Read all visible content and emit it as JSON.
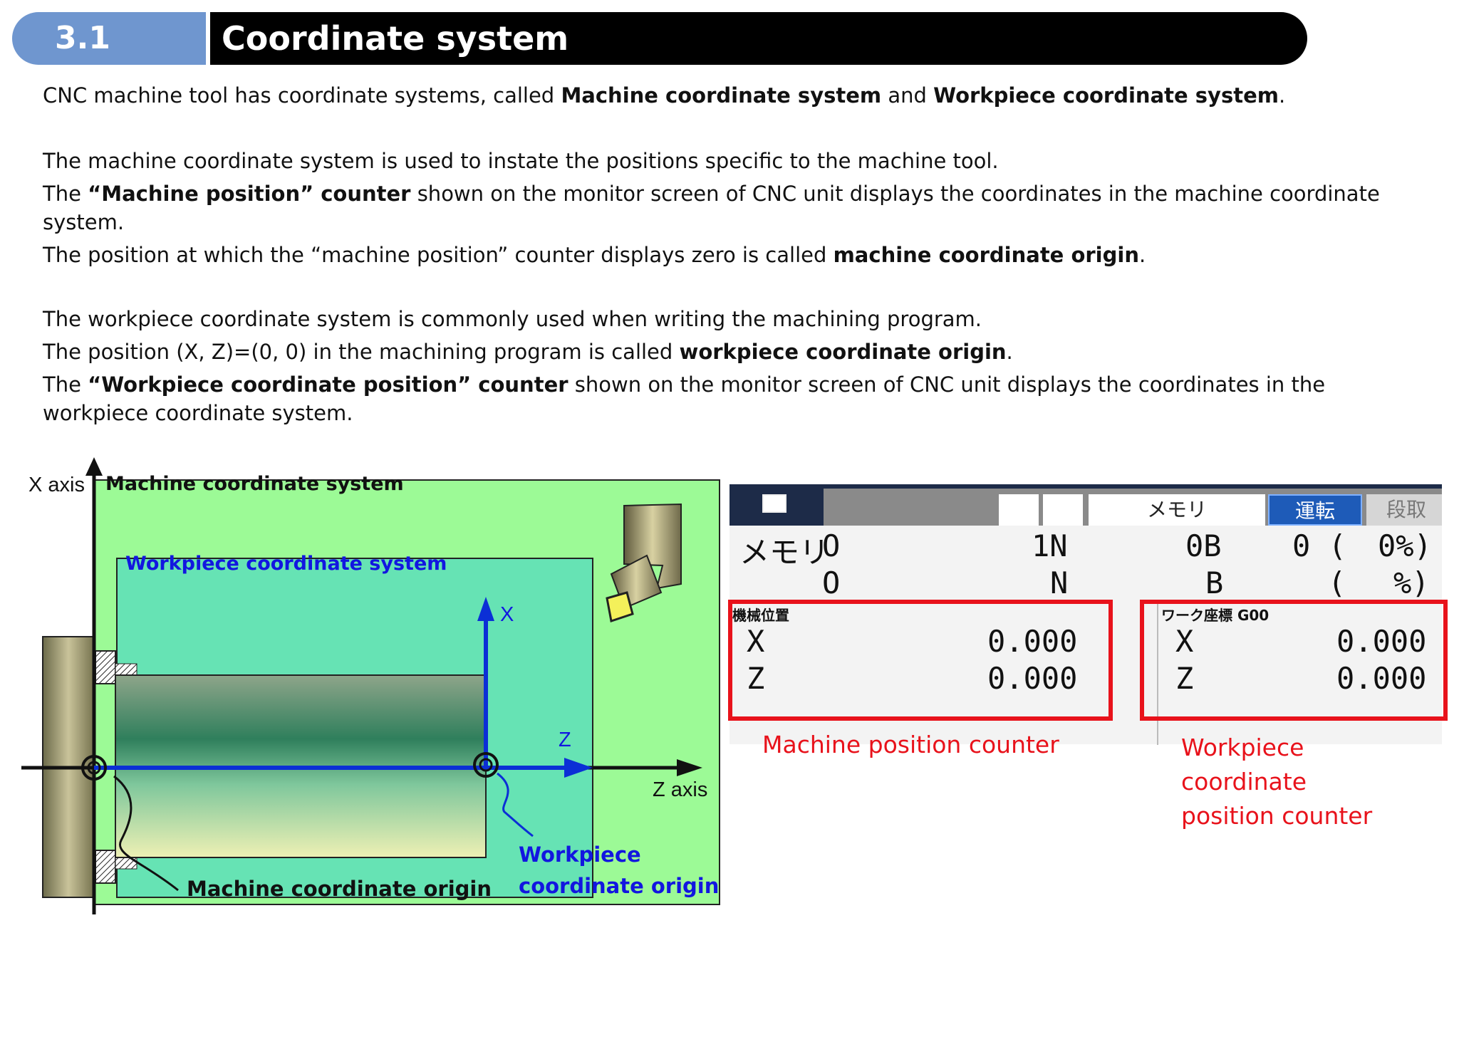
{
  "header": {
    "section_number": "3.1",
    "title": "Coordinate system"
  },
  "intro": {
    "line1_a": "CNC machine tool has coordinate systems, called ",
    "line1_b": "Machine coordinate system",
    "line1_c": " and ",
    "line1_d": "Workpiece coordinate system",
    "line1_e": "."
  },
  "machine_para": {
    "line1": "The machine coordinate system is used to instate the positions specific to the machine tool.",
    "line2_a": "The ",
    "line2_b": "“Machine position” counter",
    "line2_c": " shown on the monitor screen of CNC unit displays the coordinates in the machine coordinate",
    "line2_d": "system.",
    "line3_a": "The position at which the “machine position” counter displays zero is called ",
    "line3_b": "machine coordinate origin",
    "line3_c": "."
  },
  "workpiece_para": {
    "line1": "The workpiece coordinate system is commonly used when writing the machining program.",
    "line2_a": "The position (X, Z)=(0, 0) in the machining program is called ",
    "line2_b": "workpiece coordinate origin",
    "line2_c": ".",
    "line3_a": "The ",
    "line3_b": "“Workpiece coordinate position” counter",
    "line3_c": " shown on the monitor screen of CNC unit displays the coordinates in the",
    "line3_d": "workpiece coordinate system."
  },
  "diagram": {
    "x_axis_label": "X axis",
    "z_axis_label": "Z axis",
    "machine_system_label": "Machine coordinate system",
    "workpiece_system_label": "Workpiece coordinate system",
    "local_x": "X",
    "local_z": "Z",
    "machine_origin_label": "Machine coordinate origin",
    "workpiece_origin_line1": "Workpiece",
    "workpiece_origin_line2": "coordinate origin",
    "colors": {
      "machine_area": "#9cfa96",
      "workpiece_area": "#66e3b4",
      "axis_blue": "#0b2fd6",
      "label_blue": "#1216e0"
    }
  },
  "cnc_screen": {
    "tab_memory": "メモリ",
    "tab_run": "運転",
    "tab_setup": "段取",
    "row1": {
      "mode": "メモリ",
      "o": "O",
      "n": "1N",
      "b": "0B",
      "pct_a": "0 (",
      "pct_b": "0%)"
    },
    "row2": {
      "o": "O",
      "n": "N",
      "b": "B",
      "pct_a": "(",
      "pct_b": "%)"
    },
    "machine_pos": {
      "title": "機械位置",
      "x_label": "X",
      "x_value": "0.000",
      "z_label": "Z",
      "z_value": "0.000"
    },
    "work_pos": {
      "title": "ワーク座標 G00",
      "x_label": "X",
      "x_value": "0.000",
      "z_label": "Z",
      "z_value": "0.000"
    }
  },
  "callouts": {
    "machine_counter": "Machine position counter",
    "work_counter_line1": "Workpiece",
    "work_counter_line2": "coordinate",
    "work_counter_line3": "position counter",
    "color": "#e8121b"
  }
}
